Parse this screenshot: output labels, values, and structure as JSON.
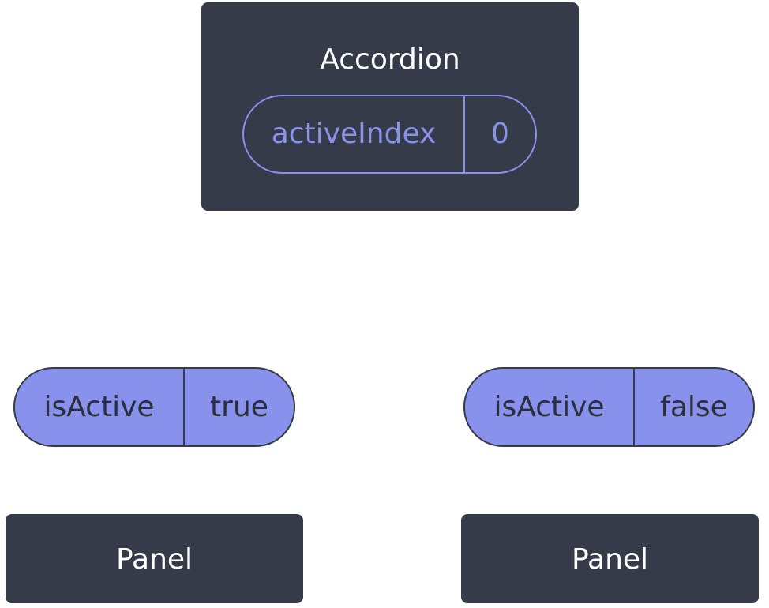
{
  "accordion": {
    "title": "Accordion",
    "state": {
      "key": "activeIndex",
      "value": "0"
    }
  },
  "panels": [
    {
      "title": "Panel",
      "prop": {
        "key": "isActive",
        "value": "true"
      }
    },
    {
      "title": "Panel",
      "prop": {
        "key": "isActive",
        "value": "false"
      }
    }
  ],
  "colors": {
    "component_bg": "#353b48",
    "accent": "#8891ec",
    "text_light": "#ffffff",
    "text_dark": "#2b2f3a"
  }
}
